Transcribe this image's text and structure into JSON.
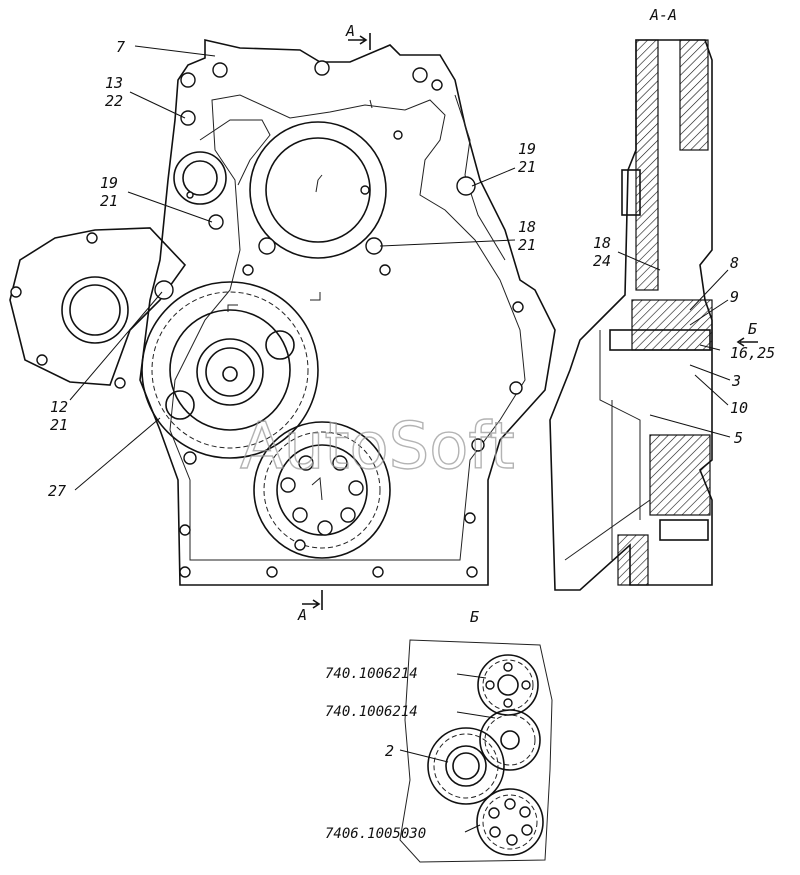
{
  "section_title": "А-А",
  "section_mark_top": "А",
  "section_mark_bottom": "А",
  "view_b_title": "Б",
  "view_b_arrow": "Б",
  "watermark": "AutoSoft",
  "labels_front": {
    "l7": "7",
    "l13": "13",
    "l22": "22",
    "l19a": "19",
    "l21a": "21",
    "l19b": "19",
    "l21b": "21",
    "l18a": "18",
    "l21c": "21",
    "l12": "12",
    "l21d": "21",
    "l27": "27"
  },
  "labels_section": {
    "l18": "18",
    "l24": "24",
    "l8": "8",
    "l9": "9",
    "l16_25": "16,25",
    "l3": "3",
    "l10": "10",
    "l5": "5"
  },
  "labels_view_b": {
    "p1": "740.1006214",
    "p2": "740.1006214",
    "p3": "2",
    "p4": "7406.1005030"
  }
}
